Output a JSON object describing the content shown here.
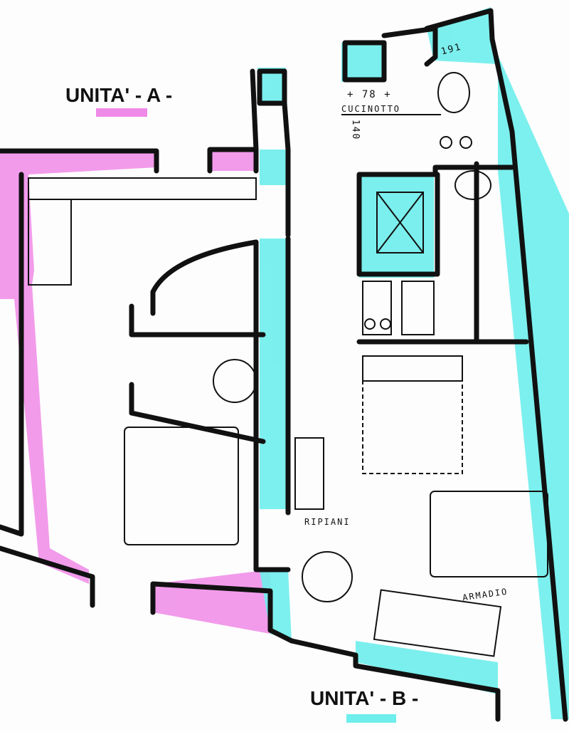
{
  "units": {
    "a": {
      "label": "UNITA' - A -",
      "color": "#f08ae8"
    },
    "b": {
      "label": "UNITA' - B -",
      "color": "#6eeeec"
    }
  },
  "annotations": {
    "kitchenette": "CUCINOTTO",
    "shelves": "RIPIANI",
    "wardrobe": "ARMADIO",
    "dim_78": "+ 78 +",
    "dim_191": "191",
    "dim_140": "140"
  }
}
